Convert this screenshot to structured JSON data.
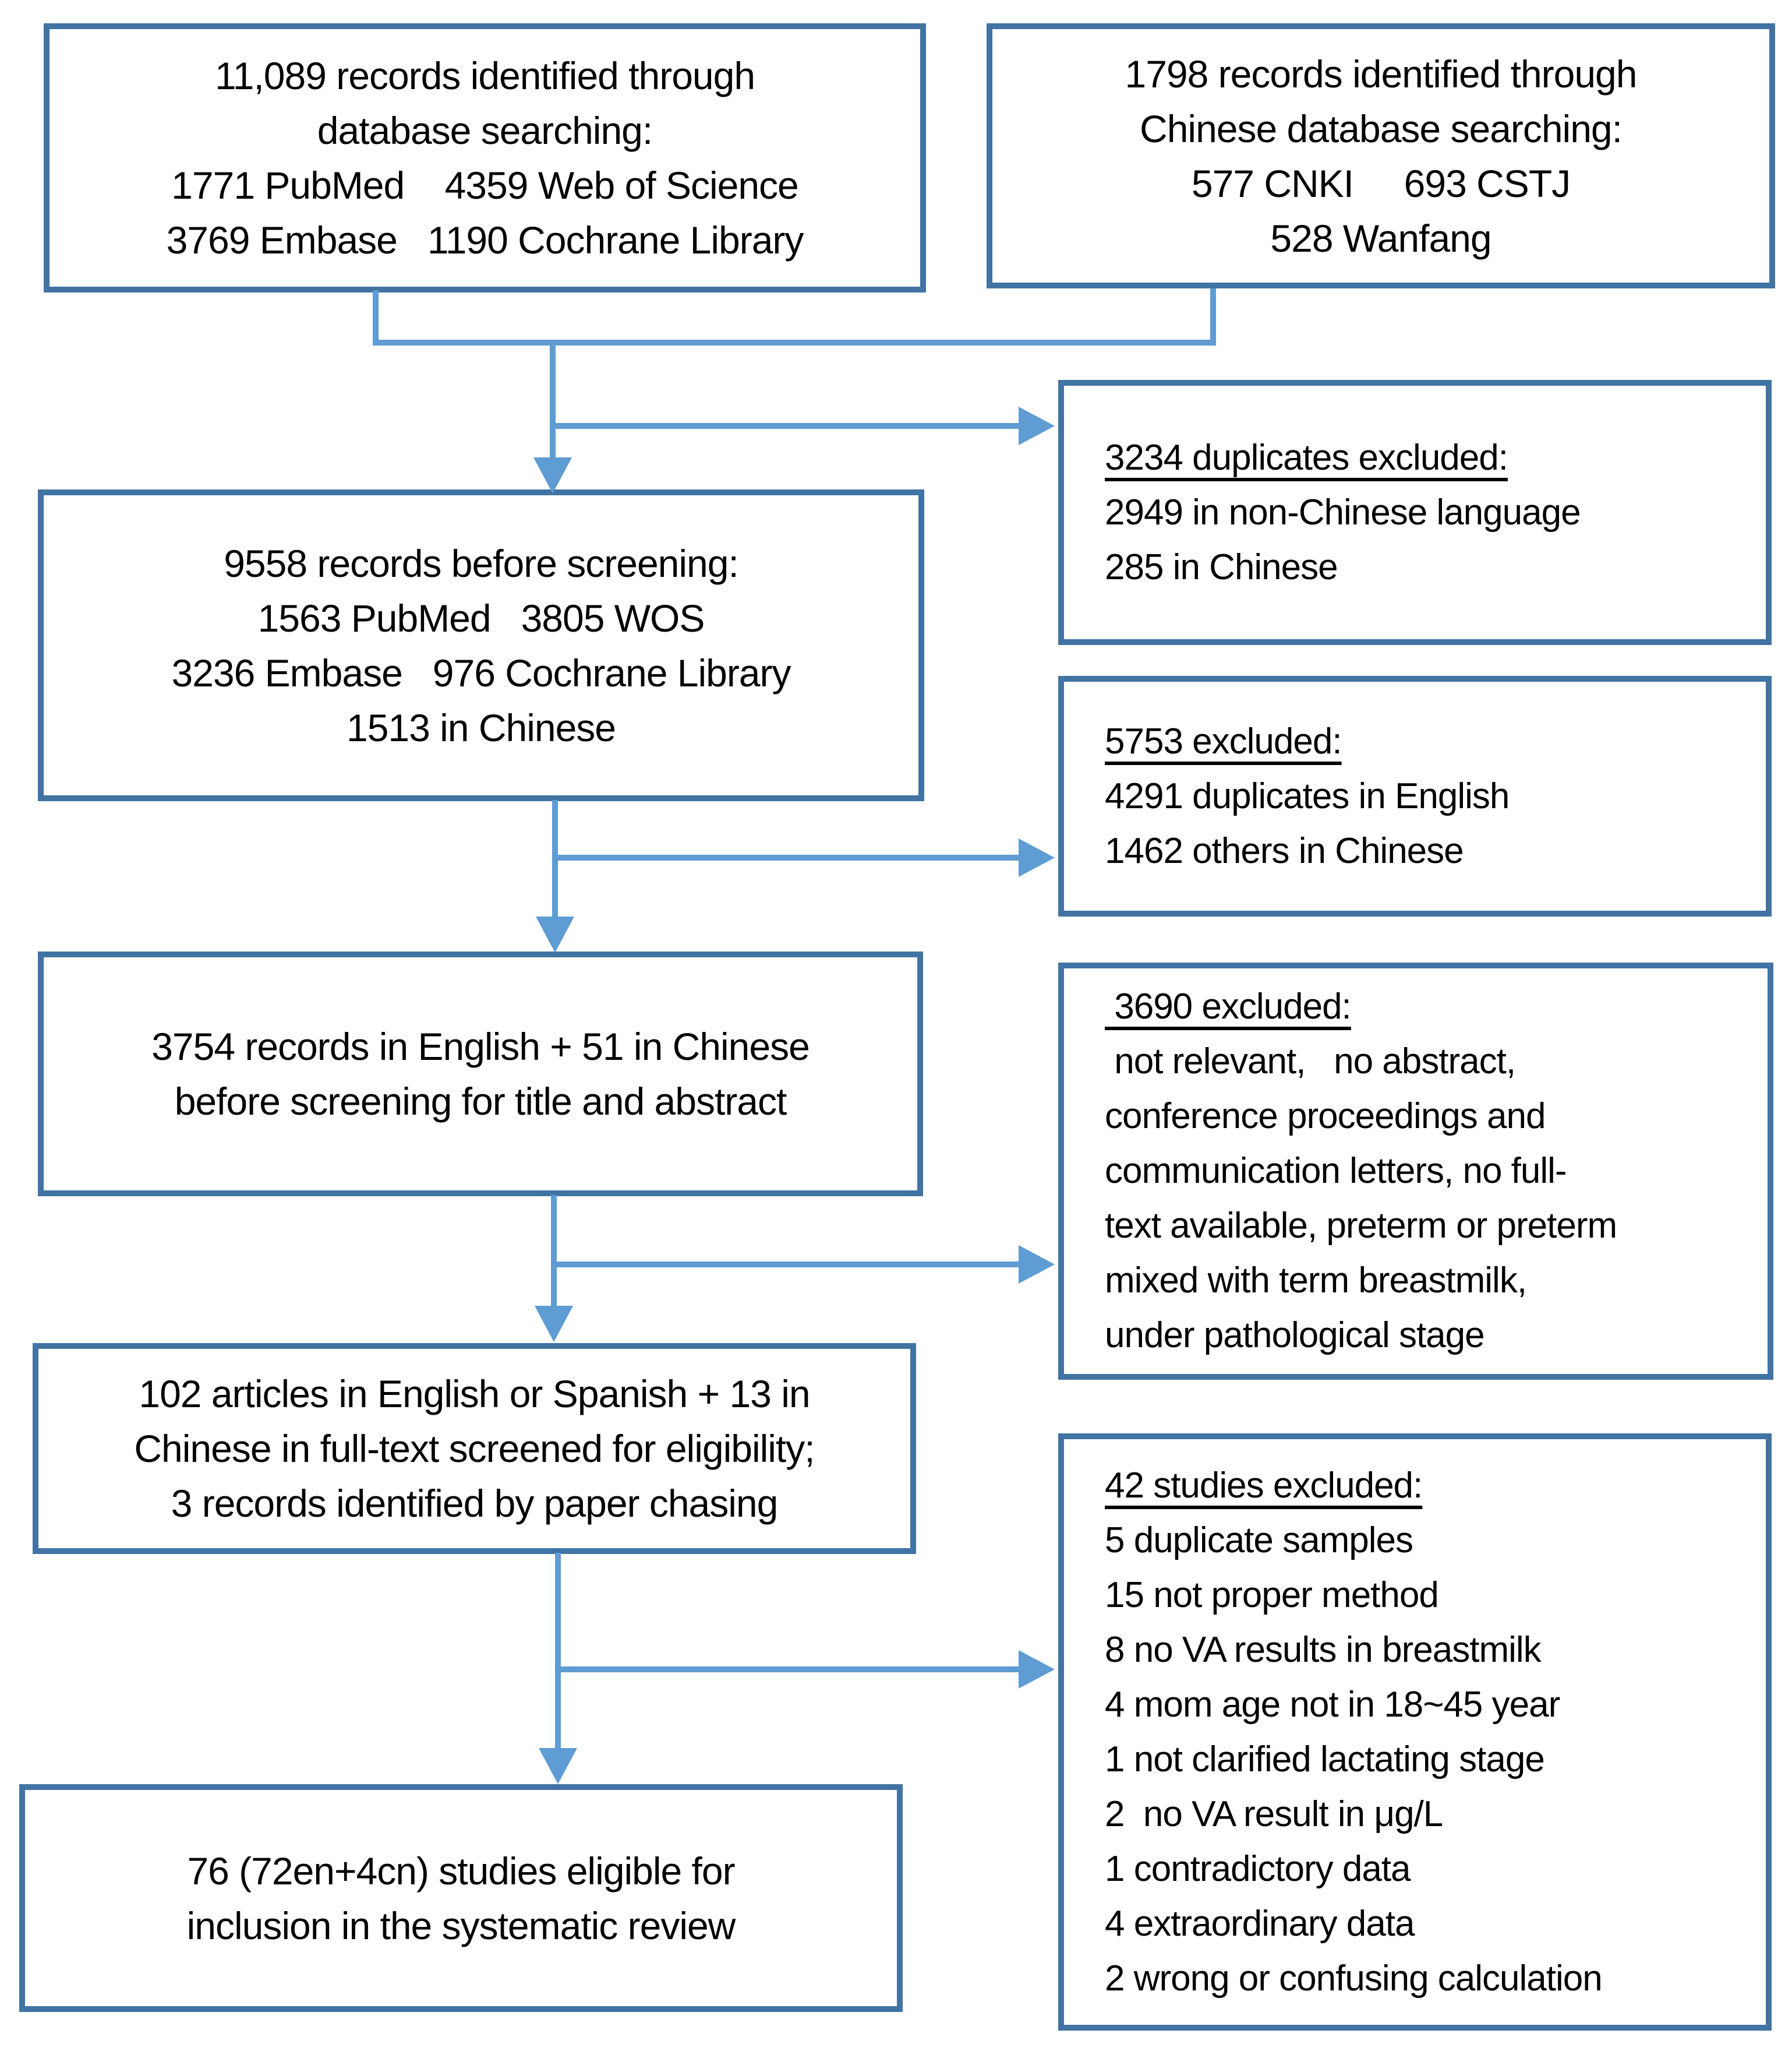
{
  "diagram": {
    "type": "prisma-flowchart",
    "colors": {
      "box_border": "#4173A3",
      "connector": "#5E9CD3",
      "text": "#000000",
      "background": "#FFFFFF"
    },
    "boxes": {
      "identified_db": {
        "lines": [
          "11,089 records identified through",
          "database searching:",
          "1771 PubMed    4359 Web of Science",
          "3769 Embase   1190 Cochrane Library"
        ]
      },
      "identified_cn": {
        "lines": [
          "1798 records identified through",
          "Chinese database searching:",
          "577 CNKI     693 CSTJ",
          "528 Wanfang"
        ]
      },
      "before_screening": {
        "lines": [
          "9558 records before screening:",
          "1563 PubMed   3805 WOS",
          "3236 Embase   976 Cochrane Library",
          "1513 in Chinese"
        ]
      },
      "duplicates_excluded": {
        "header": "3234 duplicates excluded:",
        "lines": [
          "2949 in non-Chinese language",
          "285 in Chinese"
        ]
      },
      "excluded_5753": {
        "header": "5753 excluded:",
        "lines": [
          "4291 duplicates in English",
          "1462 others in Chinese"
        ]
      },
      "title_abstract": {
        "lines": [
          "3754 records in English + 51 in Chinese",
          "before screening for title and abstract"
        ]
      },
      "excluded_3690": {
        "header": " 3690 excluded:",
        "lines": [
          " not relevant,   no abstract,",
          "conference proceedings and",
          "communication letters, no full-",
          "text available, preterm or preterm",
          "mixed with term breastmilk,",
          "under pathological stage"
        ]
      },
      "fulltext": {
        "lines": [
          "102 articles in English or Spanish + 13 in",
          "Chinese in full-text screened for eligibility;",
          "3 records identified by paper chasing"
        ]
      },
      "excluded_42": {
        "header": "42 studies excluded:",
        "lines": [
          "5 duplicate samples",
          "15 not proper method",
          "8 no VA results in breastmilk",
          "4 mom age not in 18~45 year",
          "1 not clarified lactating stage",
          "2  no VA result in μg/L",
          "1 contradictory data",
          "4 extraordinary data",
          "2 wrong or confusing calculation"
        ]
      },
      "eligible": {
        "lines": [
          "76 (72en+4cn) studies eligible for",
          "inclusion in the systematic review"
        ]
      }
    }
  }
}
